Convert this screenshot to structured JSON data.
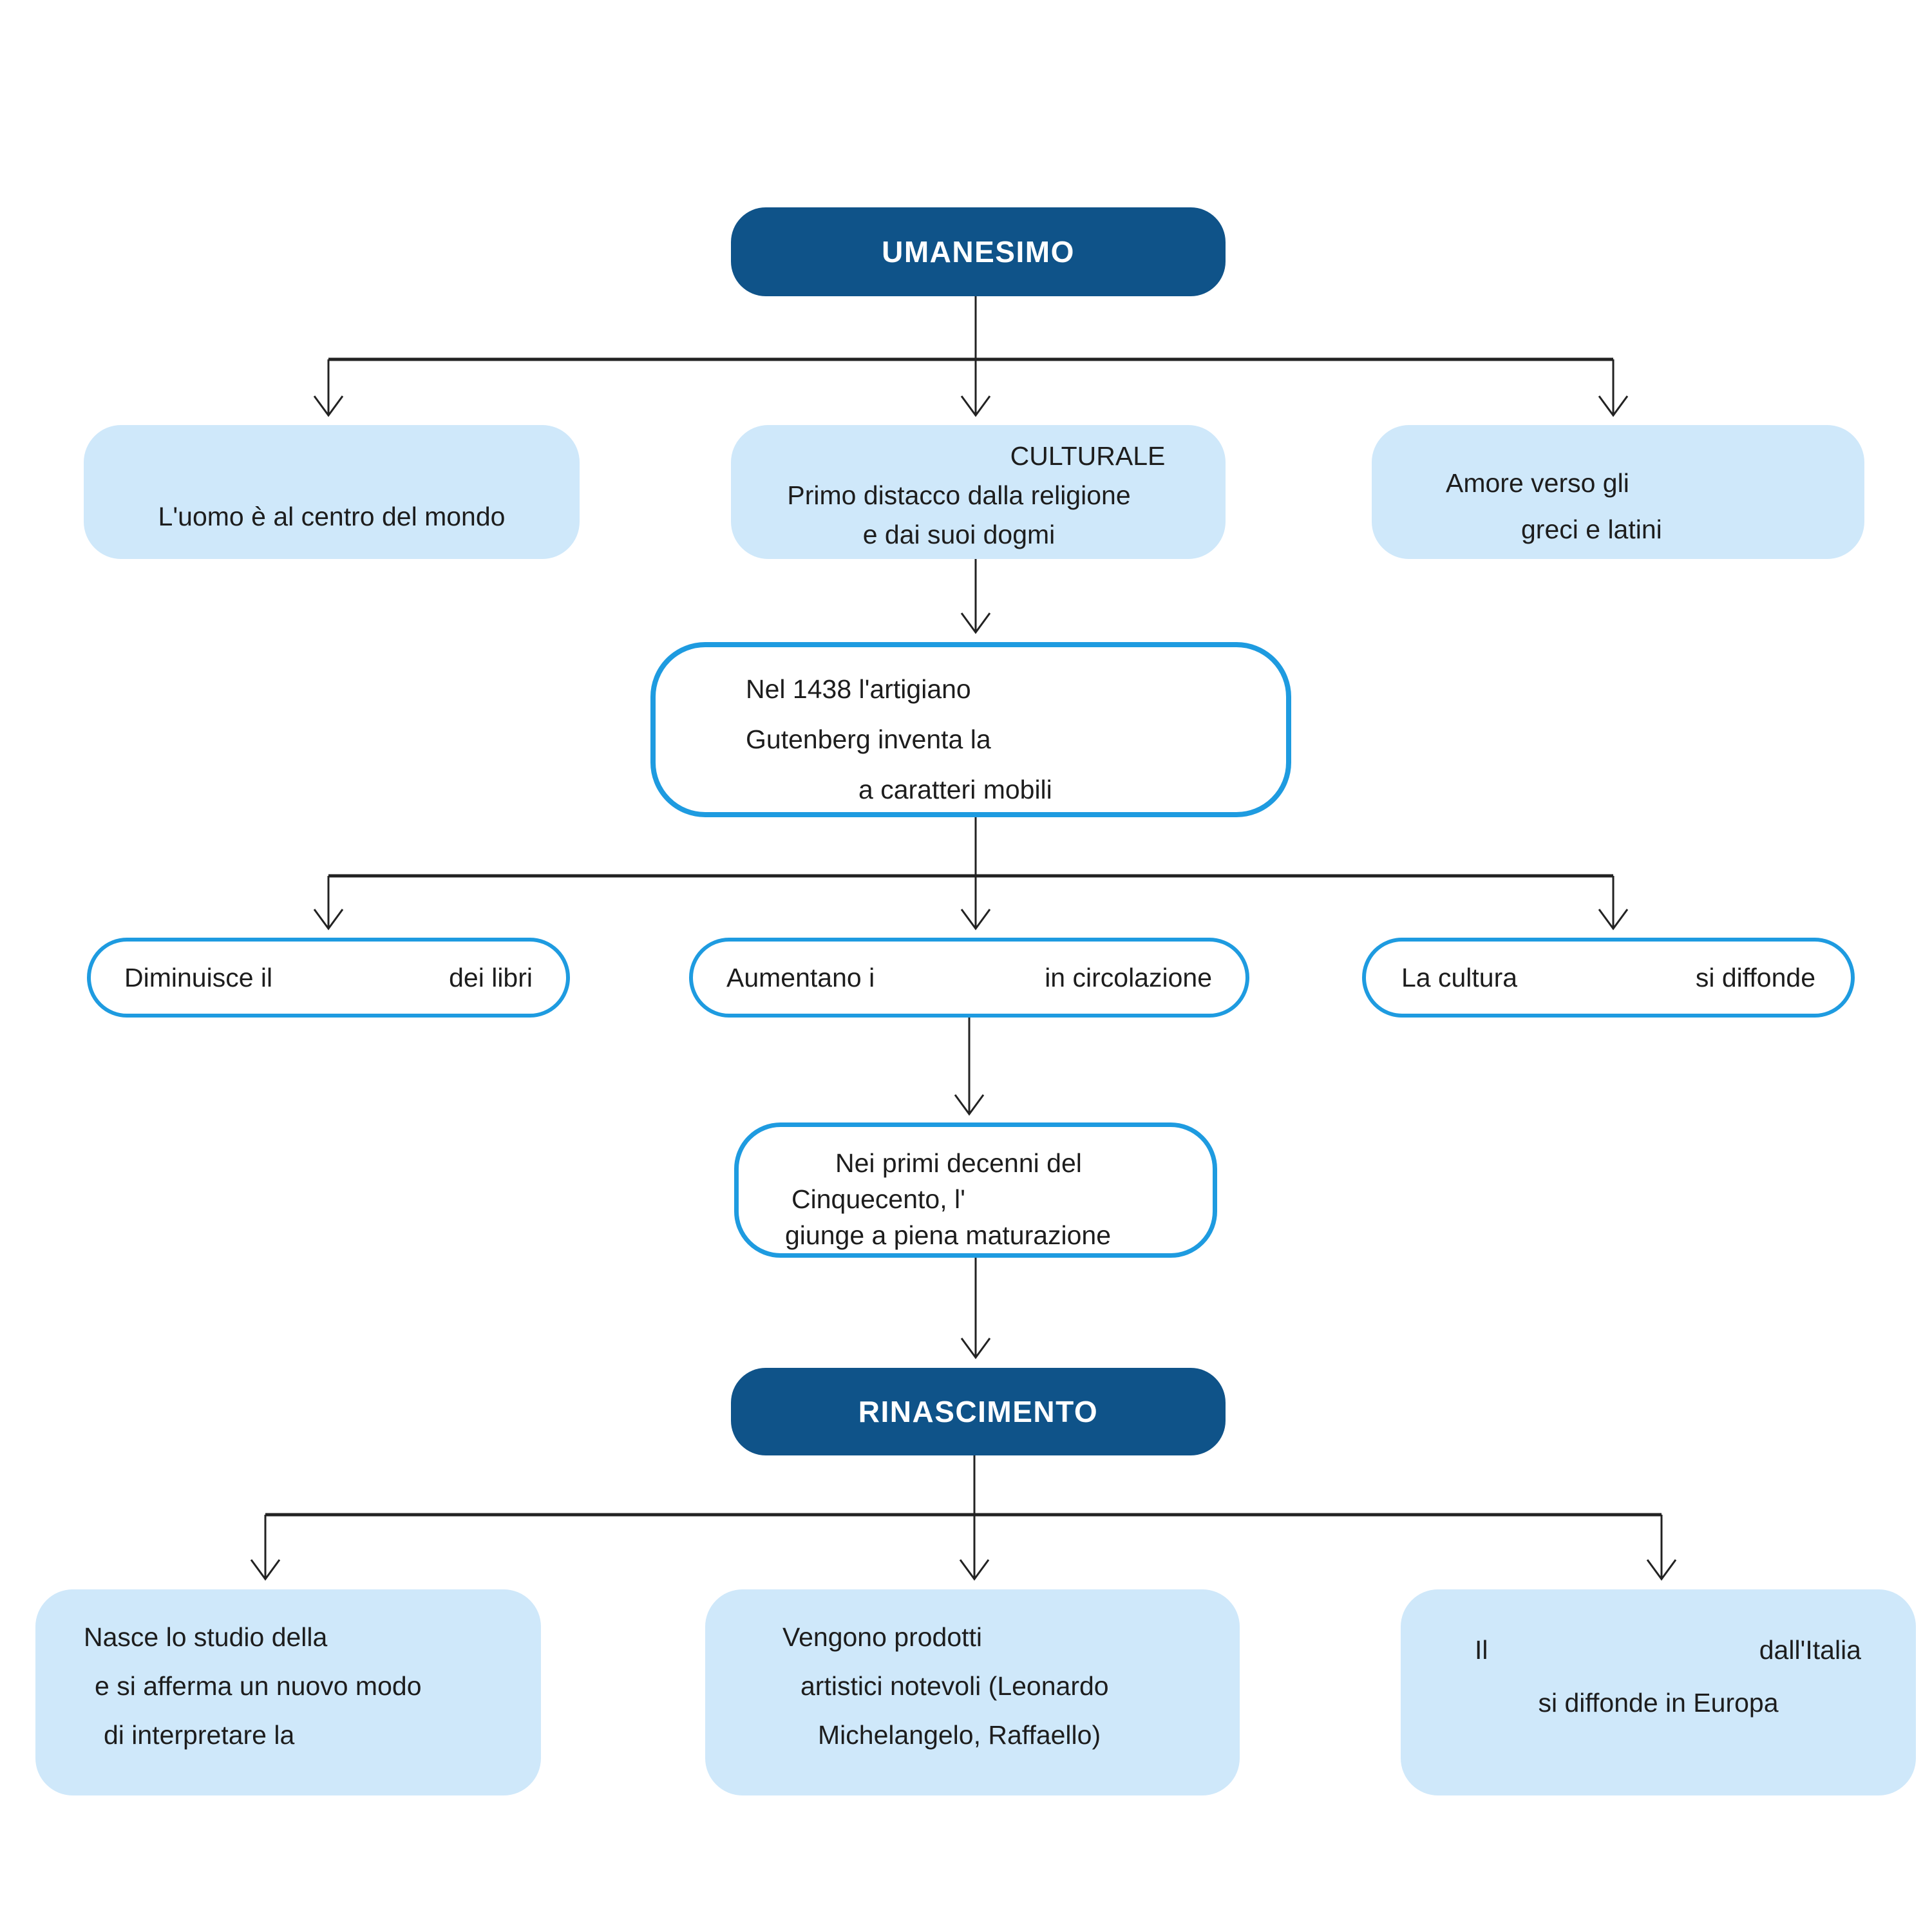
{
  "palette": {
    "dark_blue": "#0f5389",
    "light_blue": "#cfe8fa",
    "accent_blue": "#1e9be0",
    "line": "#222222",
    "text": "#1d1d1d"
  },
  "nodes": {
    "umanesimo": {
      "label": "UMANESIMO"
    },
    "uomo": {
      "line1": "L'uomo è al centro del mondo"
    },
    "culturale": {
      "line1": "CULTURALE",
      "line2": "Primo distacco dalla religione",
      "line3": "e dai suoi dogmi"
    },
    "amore": {
      "line1": "Amore verso gli",
      "line2": "greci e latini"
    },
    "gutenberg": {
      "line1": "Nel 1438 l'artigiano",
      "line2": "Gutenberg inventa la",
      "line3": "a caratteri mobili"
    },
    "prezzo": {
      "left": "Diminuisce il",
      "right": "dei libri"
    },
    "circolazione": {
      "left": "Aumentano i",
      "right": "in circolazione"
    },
    "cultura": {
      "left": "La cultura",
      "right": "si diffonde"
    },
    "maturazione": {
      "line1": "Nei primi decenni del",
      "line2": "Cinquecento, l'",
      "line3": "giunge a piena maturazione"
    },
    "rinascimento": {
      "label": "RINASCIMENTO"
    },
    "studio": {
      "line1": "Nasce lo studio della",
      "line2": "e si afferma un nuovo modo",
      "line3": "di interpretare la"
    },
    "capolavori": {
      "line1": "Vengono prodotti",
      "line2": "artistici notevoli (Leonardo",
      "line3": "Michelangelo, Raffaello)"
    },
    "europa": {
      "line1_left": "Il",
      "line1_right": "dall'Italia",
      "line2": "si diffonde in Europa"
    }
  }
}
